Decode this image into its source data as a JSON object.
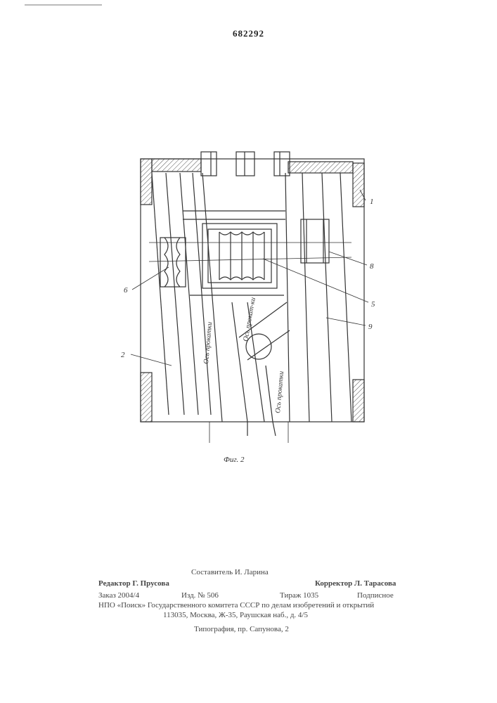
{
  "patent_number": "682292",
  "figure": {
    "caption": "Фиг. 2",
    "axis_labels": [
      "Ось прокатки",
      "Ось прокат-ки",
      "Ось прокатки"
    ],
    "part_numbers": {
      "p1": "1",
      "p2": "2",
      "p5": "5",
      "p6": "6",
      "p8": "8",
      "p9": "9"
    }
  },
  "imprint": {
    "compiler": "Составитель И. Ларина",
    "editor": "Редактор Г. Прусова",
    "corrector": "Корректор Л. Тарасова",
    "order": "Заказ 2004/4",
    "edition": "Изд. № 506",
    "circulation": "Тираж 1035",
    "subscription": "Подписное",
    "org": "НПО «Поиск» Государственного комитета СССР по делам изобретений и открытий",
    "address": "113035, Москва, Ж-35, Раушская наб., д. 4/5",
    "printing": "Типография, пр. Сапунова, 2"
  }
}
